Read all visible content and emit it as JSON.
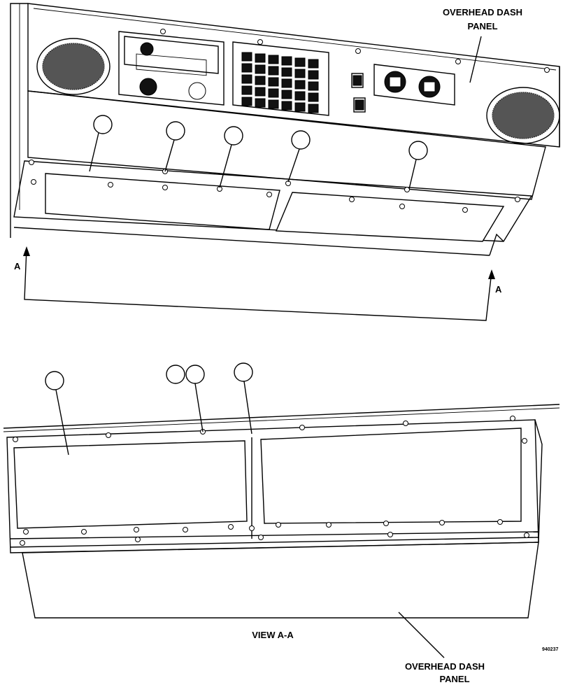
{
  "figure_id": "940237",
  "labels": {
    "top_panel_line1": "OVERHEAD DASH",
    "top_panel_line2": "PANEL",
    "arrow_left": "A",
    "arrow_right": "A",
    "view_label": "VIEW A-A",
    "bottom_panel_line1": "OVERHEAD DASH",
    "bottom_panel_line2": "PANEL"
  },
  "callouts": {
    "top_view": [
      "",
      "",
      "",
      "",
      ""
    ],
    "bottom_view": [
      "",
      "",
      "",
      ""
    ]
  }
}
